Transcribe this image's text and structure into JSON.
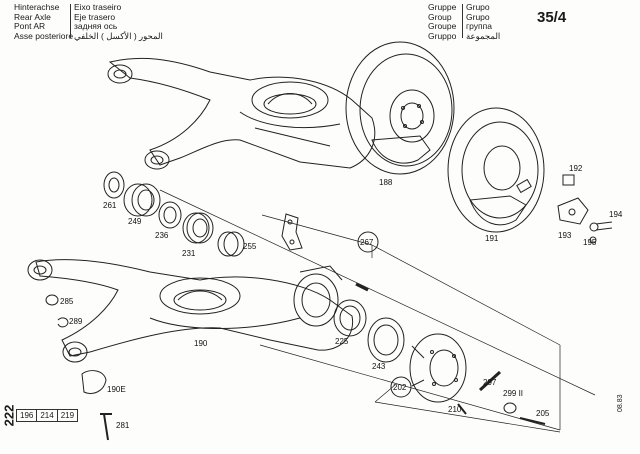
{
  "header": {
    "col1": [
      "Hinterachse",
      "Rear Axle",
      "Pont AR",
      "Asse posteriore"
    ],
    "col2": [
      "Eixo traseiro",
      "Eje trasero",
      "задняя ось",
      "المحور ( الأكسل ) الخلفي"
    ],
    "col3": [
      "Gruppe",
      "Group",
      "Groupe",
      "Gruppo"
    ],
    "col4": [
      "Grupo",
      "Grupo",
      "группа",
      "المجموعة"
    ],
    "section": "35/4"
  },
  "footer": {
    "page": "222",
    "refs": [
      "196",
      "214",
      "219"
    ],
    "date": "08.83"
  },
  "labels": {
    "l188": "188",
    "l191": "191",
    "l192": "192",
    "l193": "193",
    "l194": "194",
    "l195": "195",
    "l261": "261",
    "l249": "249",
    "l236": "236",
    "l231": "231",
    "l255": "255",
    "l267": "267",
    "l285": "285",
    "l289": "289",
    "l190": "190",
    "l190e": "190E",
    "l281": "281",
    "l225": "225",
    "l243": "243",
    "l297": "297",
    "l299": "299 II",
    "l210": "210",
    "l205": "205",
    "l202": "202"
  }
}
